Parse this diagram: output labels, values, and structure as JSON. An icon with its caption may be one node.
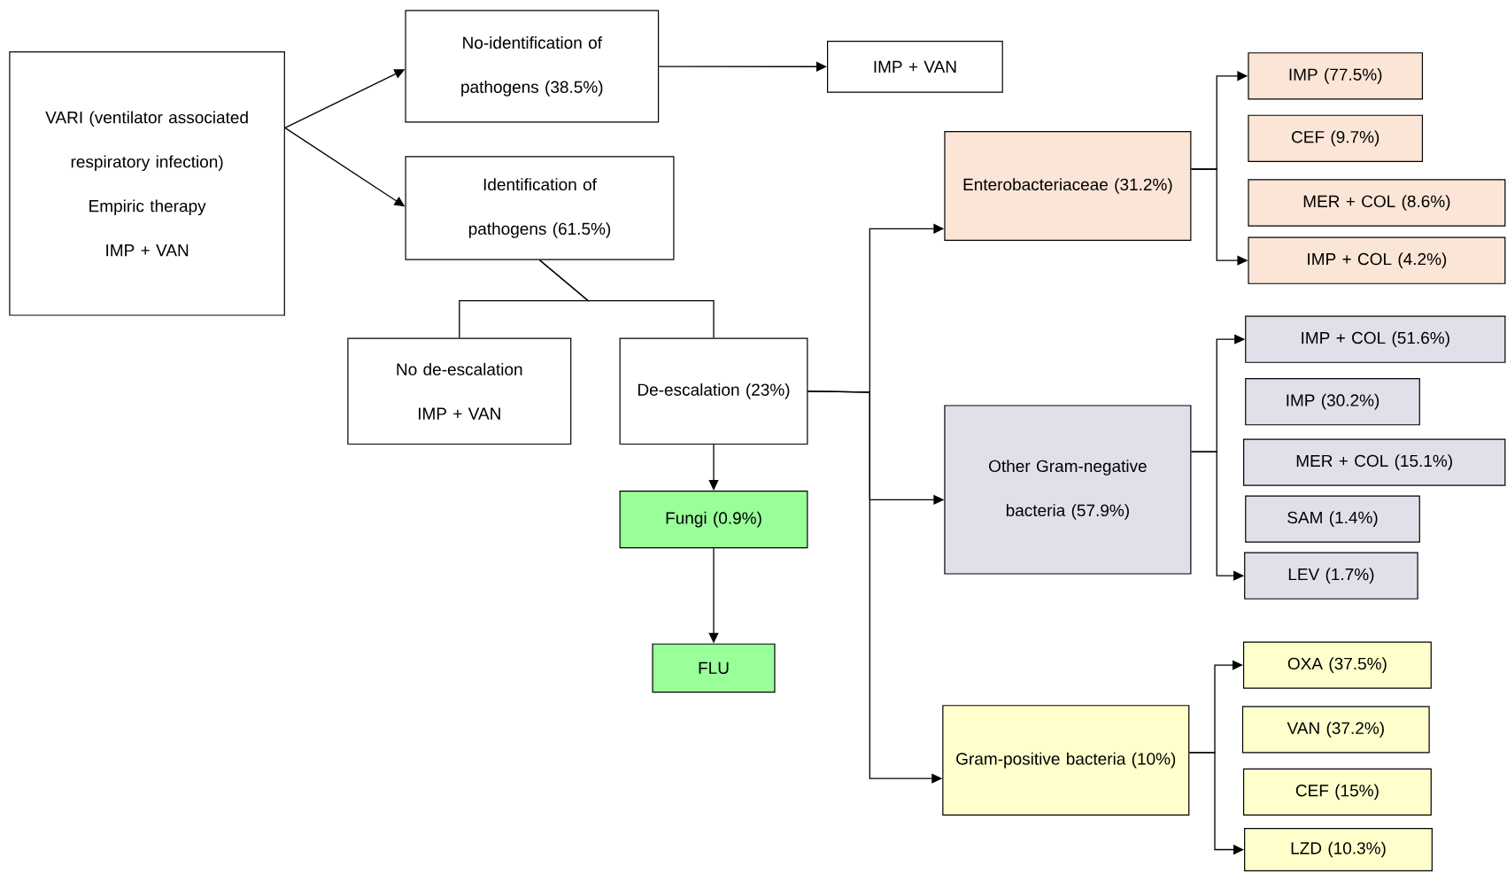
{
  "diagram": {
    "nodes": [
      {
        "text": [
          "VARI (ventilator associated respiratory infection)",
          "Empiric therapy",
          "IMP + VAN"
        ]
      },
      {
        "text": [
          "No-identification of pathogens (38.5%)"
        ]
      },
      {
        "text": [
          "IMP + VAN"
        ]
      },
      {
        "text": [
          "Identification of pathogens (61.5%)"
        ]
      },
      {
        "text": [
          "No de-escalation",
          "IMP + VAN"
        ]
      },
      {
        "text": [
          "De-escalation (23%)"
        ]
      },
      {
        "text": [
          "Fungi (0.9%)"
        ]
      },
      {
        "text": [
          "FLU"
        ]
      },
      {
        "text": [
          "Enterobacteriaceae (31.2%)"
        ]
      },
      {
        "text": [
          "IMP (77.5%)"
        ]
      },
      {
        "text": [
          "CEF (9.7%)"
        ]
      },
      {
        "text": [
          "MER + COL (8.6%)"
        ]
      },
      {
        "text": [
          "IMP + COL (4.2%)"
        ]
      },
      {
        "text": [
          "Other Gram-negative bacteria (57.9%)"
        ]
      },
      {
        "text": [
          "IMP + COL (51.6%)"
        ]
      },
      {
        "text": [
          "IMP (30.2%)"
        ]
      },
      {
        "text": [
          "MER + COL (15.1%)"
        ]
      },
      {
        "text": [
          "SAM (1.4%)"
        ]
      },
      {
        "text": [
          "LEV (1.7%)"
        ]
      },
      {
        "text": [
          "Gram-positive bacteria (10%)"
        ]
      },
      {
        "text": [
          "OXA (37.5%)"
        ]
      },
      {
        "text": [
          "VAN (37.2%)"
        ]
      },
      {
        "text": [
          "CEF (15%)"
        ]
      },
      {
        "text": [
          "LZD (10.3%)"
        ]
      }
    ],
    "edges": [
      {
        "from": 0,
        "to": 1,
        "arrow": "to"
      },
      {
        "from": 0,
        "to": 3,
        "arrow": "to"
      },
      {
        "from": 1,
        "to": 2,
        "arrow": "to"
      },
      {
        "from": 3,
        "to": 4,
        "arrow": "none"
      },
      {
        "from": 3,
        "to": 5,
        "arrow": "none"
      },
      {
        "from": 5,
        "to": 6,
        "arrow": "to"
      },
      {
        "from": 6,
        "to": 7,
        "arrow": "to"
      },
      {
        "from": 5,
        "to": 8,
        "arrow": "to"
      },
      {
        "from": 5,
        "to": 13,
        "arrow": "to"
      },
      {
        "from": 5,
        "to": 19,
        "arrow": "to"
      },
      {
        "from": 8,
        "to": 9,
        "arrow": "to"
      },
      {
        "from": 8,
        "to": 12,
        "arrow": "to"
      },
      {
        "from": 13,
        "to": 14,
        "arrow": "to"
      },
      {
        "from": 13,
        "to": 18,
        "arrow": "to"
      },
      {
        "from": 19,
        "to": 20,
        "arrow": "to"
      },
      {
        "from": 19,
        "to": 23,
        "arrow": "to"
      }
    ]
  }
}
